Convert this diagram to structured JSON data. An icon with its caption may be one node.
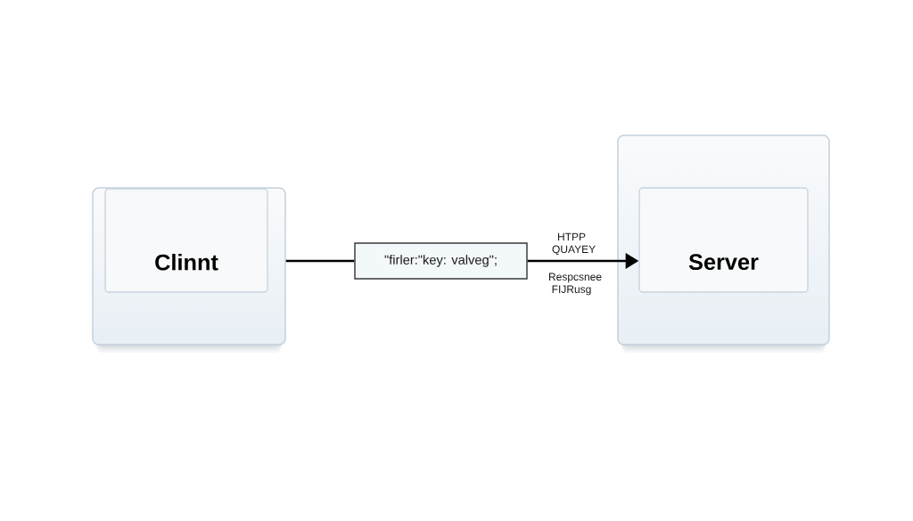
{
  "diagram": {
    "nodes": [
      {
        "text": [],
        "shape": "box"
      },
      {
        "text": [
          "Clinnt"
        ],
        "in": 0
      },
      {
        "text": [
          "\"firler:\"key: valveg\";"
        ]
      },
      {
        "text": [],
        "shape": "box"
      },
      {
        "text": [
          "Server"
        ],
        "in": 3
      }
    ],
    "edges": [
      {
        "from": 0,
        "to": 2,
        "arrow": "none"
      },
      {
        "from": 2,
        "to": 4,
        "arrow": "to",
        "label": "HTPP QUAYEY"
      }
    ],
    "labels": [
      "Respcsnee FIJRusg"
    ]
  }
}
